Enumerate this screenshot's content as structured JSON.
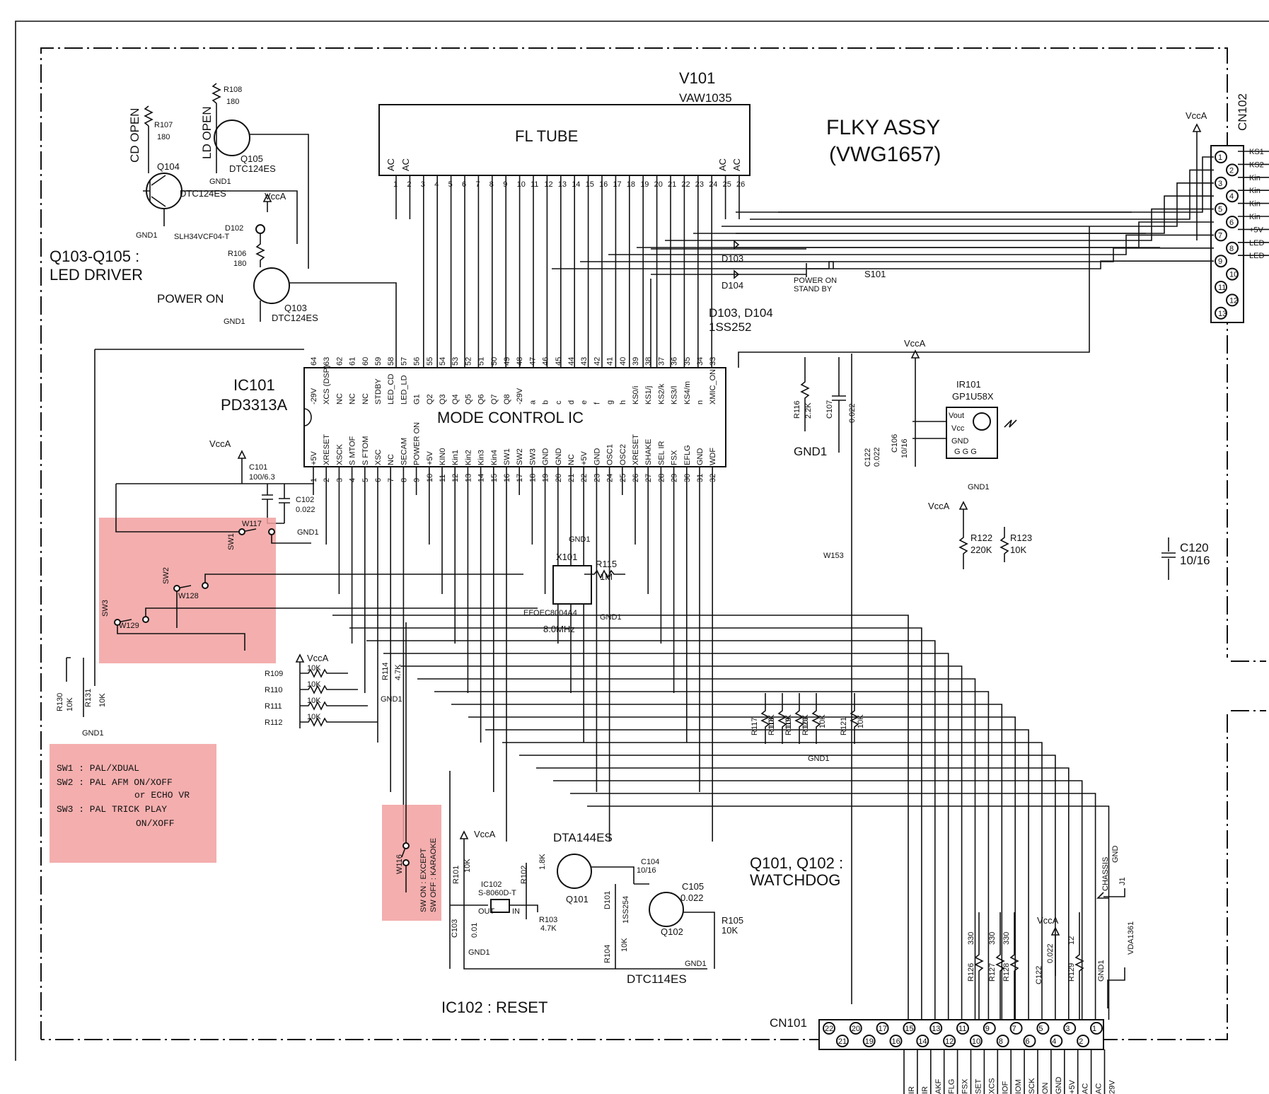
{
  "assembly": {
    "title": "FLKY  ASSY",
    "part": "(VWG1657)"
  },
  "fl_tube": {
    "ref": "V101",
    "part": "VAW1035",
    "label": "FL  TUBE",
    "ac": [
      "AC",
      "AC",
      "AC",
      "AC"
    ],
    "pins": [
      "1",
      "2",
      "3",
      "4",
      "5",
      "6",
      "7",
      "8",
      "9",
      "10",
      "11",
      "12",
      "13",
      "14",
      "15",
      "16",
      "17",
      "18",
      "19",
      "20",
      "21",
      "22",
      "23",
      "24",
      "25",
      "26"
    ]
  },
  "ic101": {
    "ref": "IC101",
    "part": "PD3313A",
    "label": "MODE  CONTROL  IC",
    "top_pins": [
      "64",
      "63",
      "62",
      "61",
      "60",
      "59",
      "58",
      "57",
      "56",
      "55",
      "54",
      "53",
      "52",
      "51",
      "50",
      "49",
      "48",
      "47",
      "46",
      "45",
      "44",
      "43",
      "42",
      "41",
      "40",
      "39",
      "38",
      "37",
      "36",
      "35",
      "34",
      "33"
    ],
    "top_names": [
      "-29V",
      "XCS (DSP)",
      "NC",
      "NC",
      "NC",
      "STDBY",
      "LED_CD",
      "LED_LD",
      "G1",
      "Q2",
      "Q3",
      "Q4",
      "Q5",
      "Q6",
      "Q7",
      "Q8",
      "-29V",
      "a",
      "b",
      "c",
      "d",
      "e",
      "f",
      "g",
      "h",
      "KS0/i",
      "KS1/j",
      "KS2/k",
      "KS3/l",
      "KS4/m",
      "n",
      "XMIC_ON"
    ],
    "bot_pins": [
      "1",
      "2",
      "3",
      "4",
      "5",
      "6",
      "7",
      "8",
      "9",
      "10",
      "11",
      "12",
      "13",
      "14",
      "15",
      "16",
      "17",
      "18",
      "19",
      "20",
      "21",
      "22",
      "23",
      "24",
      "25",
      "26",
      "27",
      "28",
      "29",
      "30",
      "31",
      "32"
    ],
    "bot_names": [
      "+5V",
      "XRESET",
      "XSCK",
      "S MTOF",
      "S FTOM",
      "XSC",
      "NC",
      "SECAM",
      "POWER ON",
      "+5V",
      "KIN0",
      "Kin1",
      "Kin2",
      "Kin3",
      "Kin4",
      "SW1",
      "SW2",
      "SW3",
      "GND",
      "GND",
      "NC",
      "+5V",
      "GND",
      "OSC1",
      "OSC2",
      "XRESET",
      "SHAKE",
      "SEL IR",
      "FSX",
      "EFLG",
      "GND",
      "WDF"
    ]
  },
  "led_driver": {
    "title": "Q103-Q105 :",
    "subtitle": "LED  DRIVER",
    "cd_open": "CD  OPEN",
    "ld_open": "LD  OPEN",
    "power_on": "POWER  ON",
    "r107": "R107",
    "r107v": "180",
    "r108": "R108",
    "r108v": "180",
    "q104": "Q104",
    "q104p": "DTC124ES",
    "q105": "Q105",
    "q105p": "DTC124ES",
    "d102": "D102",
    "d102p": "SLH34VCF04-T",
    "r106": "R106",
    "r106v": "180",
    "q103": "Q103",
    "q103p": "DTC124ES"
  },
  "cn102": {
    "ref": "CN102",
    "pins": [
      "1",
      "2",
      "3",
      "4",
      "5",
      "6",
      "7",
      "8",
      "9",
      "10",
      "11",
      "12",
      "13"
    ],
    "signals": [
      "KS1",
      "KS2",
      "Kin",
      "Kin",
      "Kin",
      "Kin",
      "+5V",
      "LED",
      "LED"
    ]
  },
  "diodes": {
    "d103": "D103",
    "d104": "D104",
    "note1": "D103, D104",
    "note2": "1SS252"
  },
  "s101": {
    "ref": "S101",
    "l1": "POWER  ON",
    "l2": "STAND  BY"
  },
  "ir101": {
    "ref": "IR101",
    "part": "GP1U58X",
    "vout": "Vout",
    "vcc": "Vcc",
    "gnd": "GND",
    "g": "G  G  G"
  },
  "parts": {
    "r116": "R116",
    "r116v": "2.2K",
    "c107": "C107",
    "c107v": "0.022",
    "c122a": "C122",
    "c122av": "0.022",
    "c106": "C106",
    "c106v": "10/16",
    "r122": "R122",
    "r122v": "220K",
    "r123": "R123",
    "r123v": "10K",
    "c120": "C120",
    "c120v": "10/16",
    "w153": "W153",
    "c101": "C101",
    "c101v": "100/6.3",
    "c102": "C102",
    "c102v": "0.022",
    "w117": "W117",
    "w128": "W128",
    "w129": "W129",
    "sw1": "SW1",
    "sw2": "SW2",
    "sw3": "SW3",
    "x101": "X101",
    "x101p": "EFOEC8004A4",
    "x101f": "8.0MHz",
    "r115": "R115",
    "r115v": "1M",
    "r109": "R109",
    "r110": "R110",
    "r111": "R111",
    "r112": "R112",
    "r10k": "10K",
    "r114": "R114",
    "r114v": "4.7K",
    "r130": "R130",
    "r131": "R131",
    "r117": "R117",
    "r118": "R118",
    "r119": "R119",
    "r120": "R120",
    "r121": "R121",
    "r126": "R126",
    "r126v": "330",
    "r127": "R127",
    "r127v": "330",
    "r128": "R128",
    "r128v": "330",
    "c122b": "C122",
    "c122bv": "0.022",
    "r129": "R129",
    "r129v": "12",
    "chassis": "CHASSIS",
    "gnd": "GND",
    "j1": "J1",
    "vda": "VDA1361"
  },
  "power": {
    "vcca": "VccA",
    "gnd1": "GND1",
    "gnd": "GND"
  },
  "sw_note": [
    "SW1 : PAL/XDUAL",
    "SW2 : PAL  AFM  ON/XOFF",
    "or  ECHO  VR",
    "SW3 : PAL  TRICK  PLAY",
    "ON/XOFF"
  ],
  "w116": {
    "ref": "W116",
    "l1": "SW ON : EXCEPT",
    "l2": "SW OFF : KARAOKE"
  },
  "reset": {
    "title": "IC102 : RESET",
    "ic": "IC102",
    "icp": "S-8060D-T",
    "out": "OUT",
    "in": "IN",
    "r101": "R101",
    "r101v": "10K",
    "r102": "R102",
    "r102v": "1.8K",
    "r103": "R103",
    "r103v": "4.7K",
    "c103": "C103",
    "c103v": "0.01",
    "dta": "DTA144ES",
    "q101": "Q101",
    "d101": "D101",
    "d101p": "1SS254",
    "r104": "R104",
    "r104v": "10K",
    "c104": "C104",
    "c104v": "10/16",
    "c105": "C105",
    "c105v": "0.022",
    "q102": "Q102",
    "r105": "R105",
    "r105v": "10K",
    "dtc": "DTC114ES"
  },
  "watchdog": {
    "l1": "Q101, Q102 :",
    "l2": "WATCHDOG"
  },
  "cn101": {
    "ref": "CN101",
    "pins": [
      "22",
      "21",
      "20",
      "19",
      "17",
      "16",
      "15",
      "14",
      "13",
      "12",
      "11",
      "10",
      "9",
      "8",
      "7",
      "6",
      "5",
      "4",
      "3",
      "2",
      "1"
    ],
    "signals": [
      "IR",
      "IR",
      "AKF",
      "FLG",
      "FSX",
      "SET",
      "XCS",
      "IOF",
      "IOM",
      "SCK",
      "ON",
      "GND",
      "+5V",
      "AC",
      "AC",
      "29V"
    ]
  }
}
